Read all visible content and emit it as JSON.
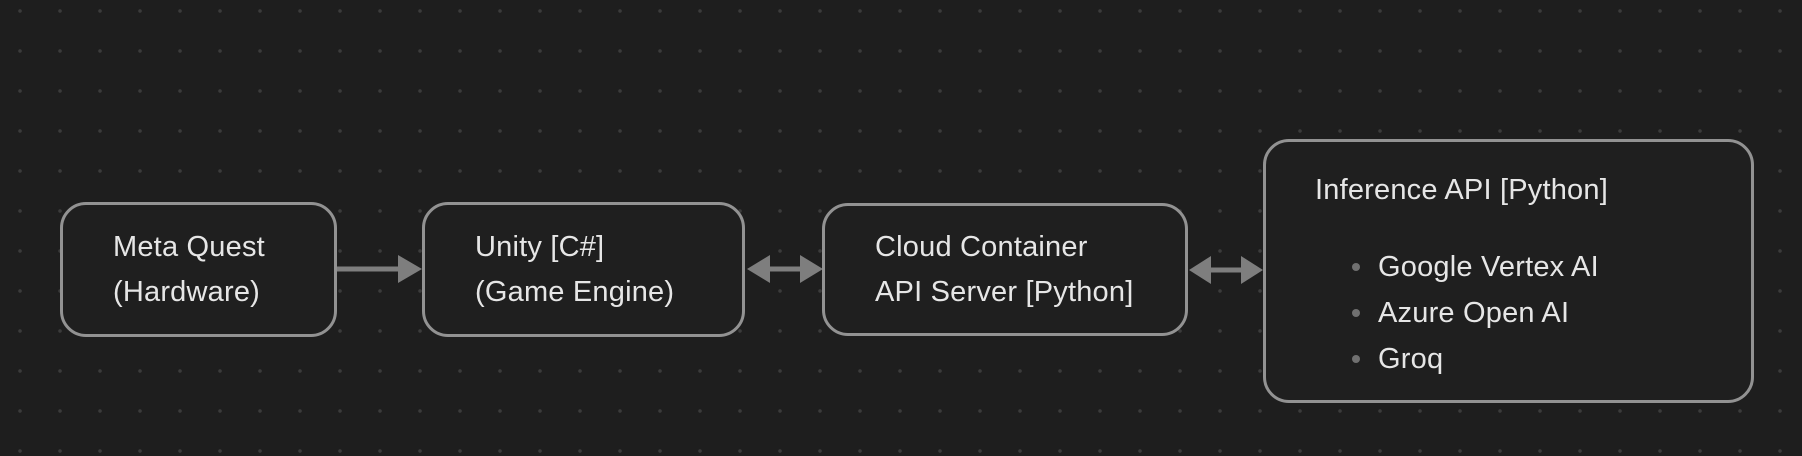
{
  "colors": {
    "canvas-bg": "#1e1e1e",
    "grid-dot": "#3b3b3b",
    "node-fill": "#1f1f1f",
    "node-border": "#929292",
    "connector": "#7e7e7e",
    "text": "#e6e6e6",
    "bullet": "#707070"
  },
  "nodes": {
    "meta_quest": {
      "line1": "Meta Quest",
      "line2": "(Hardware)"
    },
    "unity": {
      "line1": "Unity [C#]",
      "line2": "(Game Engine)"
    },
    "cloud_api": {
      "line1": "Cloud Container",
      "line2": "API Server [Python]"
    },
    "inference": {
      "title": "Inference API [Python]",
      "items": [
        "Google Vertex AI",
        "Azure Open AI",
        "Groq"
      ]
    }
  },
  "connectors": [
    {
      "from": "Meta Quest (Hardware)",
      "to": "Unity [C#] (Game Engine)",
      "direction": "one-way-right"
    },
    {
      "from": "Unity [C#] (Game Engine)",
      "to": "Cloud Container API Server [Python]",
      "direction": "two-way"
    },
    {
      "from": "Cloud Container API Server [Python]",
      "to": "Inference API [Python]",
      "direction": "two-way"
    }
  ]
}
